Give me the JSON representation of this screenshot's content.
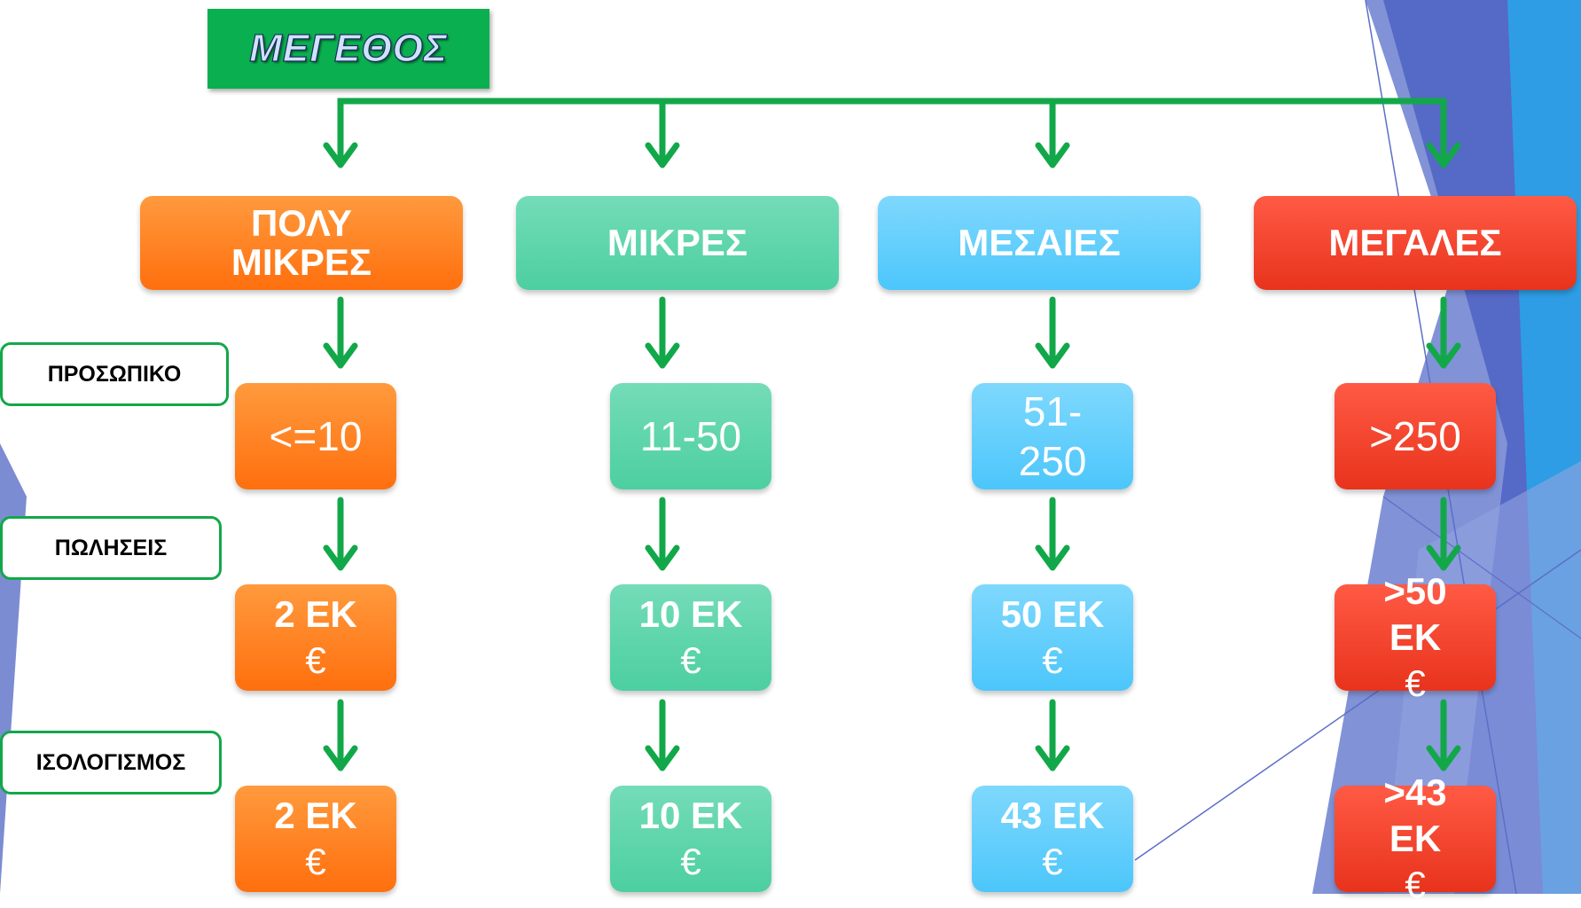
{
  "title": "ΜΕΓΕΘΟΣ",
  "row_labels": {
    "staff": "ΠΡΟΣΩΠΙΚΟ",
    "sales": "ΠΩΛΗΣΕΙΣ",
    "balance": "ΙΣΟΛΟΓΙΣΜΟΣ"
  },
  "columns": [
    {
      "category_line1": "ΠΟΛΥ",
      "category_line2": "ΜΙΚΡΕΣ",
      "staff_line1": "<=10",
      "staff_line2": "",
      "sales_value": "2 ΕΚ",
      "sales_unit": "€",
      "balance_value": "2 ΕΚ",
      "balance_unit": "€"
    },
    {
      "category_line1": "ΜΙΚΡΕΣ",
      "category_line2": "",
      "staff_line1": "11-50",
      "staff_line2": "",
      "sales_value": "10 ΕΚ",
      "sales_unit": "€",
      "balance_value": "10 ΕΚ",
      "balance_unit": "€"
    },
    {
      "category_line1": "ΜΕΣΑΙΕΣ",
      "category_line2": "",
      "staff_line1": "51-",
      "staff_line2": "250",
      "sales_value": "50 ΕΚ",
      "sales_unit": "€",
      "balance_value": "43 ΕΚ",
      "balance_unit": "€"
    },
    {
      "category_line1": "ΜΕΓΑΛΕΣ",
      "category_line2": "",
      "staff_line1": ">250",
      "staff_line2": "",
      "sales_value_line1": ">50",
      "sales_value": "ΕΚ",
      "sales_unit": "€",
      "balance_value_line1": ">43",
      "balance_value": "ΕΚ",
      "balance_unit": "€"
    }
  ],
  "colors": {
    "title_bg": "#0ab04f",
    "arrow": "#12a84a",
    "very_small": "#ff7f1f",
    "small": "#5fd4ab",
    "medium": "#5fcdfc",
    "large": "#f0402b",
    "decor_blue": "#5b6fc7"
  }
}
